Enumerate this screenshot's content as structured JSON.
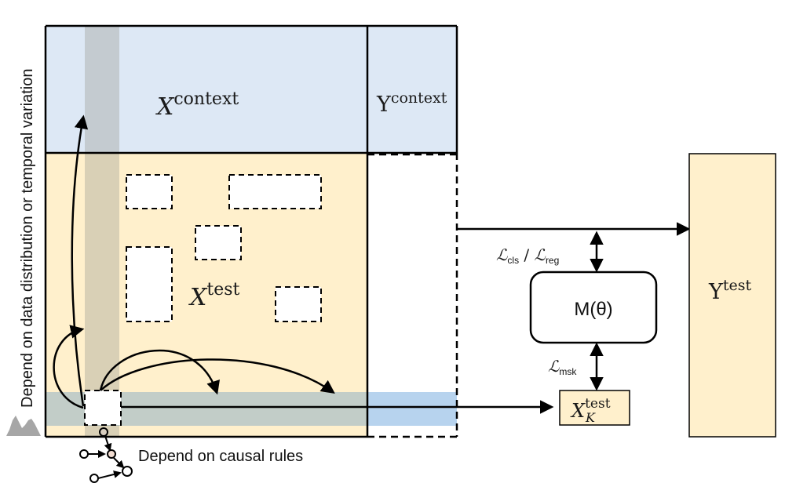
{
  "colors": {
    "context_fill": "#dde8f5",
    "test_fill": "#fff0cc",
    "column_band": "#b9b5aa",
    "row_band": "#9fb7c9",
    "row_band_y": "#b7d3ee",
    "histogram": "#a6a6a6",
    "stroke": "#000000"
  },
  "labels": {
    "side_axis": "Depend on data distribution or temporal variation",
    "causal_rules": "Depend on causal rules",
    "x_context_base": "X",
    "x_context_sup": "context",
    "y_context_base": "Y",
    "y_context_sup": "context",
    "x_test_base": "X",
    "x_test_sup": "test",
    "y_test_base": "Y",
    "y_test_sup": "test",
    "model": "M(θ)",
    "loss_cls_base": "ℒ",
    "loss_cls_sub": "cls",
    "loss_sep": " / ",
    "loss_reg_base": "ℒ",
    "loss_reg_sub": "reg",
    "loss_msk_base": "ℒ",
    "loss_msk_sub": "msk",
    "xk_base": "X",
    "xk_sup": "test",
    "xk_sub": "K"
  }
}
